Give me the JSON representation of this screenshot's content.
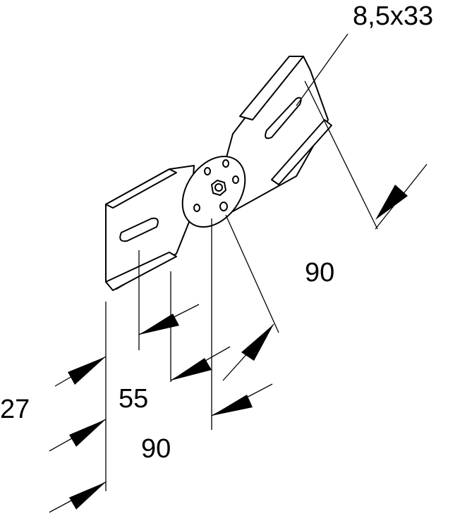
{
  "drawing": {
    "hole_label": "8,5x33",
    "dim_width_right": "90",
    "dim_width_bottom": "90",
    "dim_offset": "55",
    "dim_height": "27"
  }
}
